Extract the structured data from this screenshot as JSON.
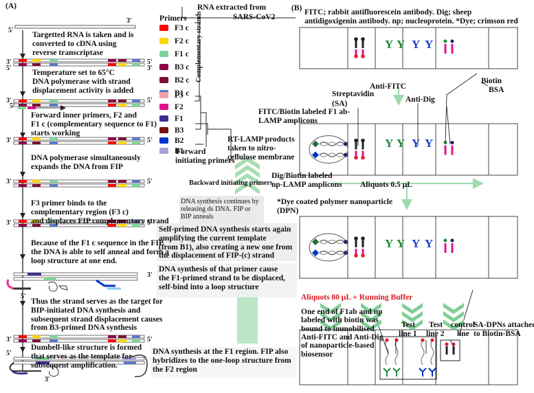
{
  "panel_a": {
    "label": "(A)",
    "rna_title_1": "RNA extracted from",
    "rna_title_2": "SARS-CoV2",
    "primers_header": "Primers",
    "complementary_strands": [
      {
        "name": "F3 c",
        "color": "#ff0000"
      },
      {
        "name": "F2 c",
        "color": "#ffd700"
      },
      {
        "name": "F1 c",
        "color": "#7fd39a"
      },
      {
        "name": "B3 c",
        "color": "#8b0046"
      },
      {
        "name": "B2 c",
        "color": "#7a1030"
      },
      {
        "name": "B1 c",
        "color": "#5a78c8"
      }
    ],
    "complementary_label": "Complementary strands",
    "forward_primers": [
      {
        "name": "F3",
        "color": "#f4a0a8"
      },
      {
        "name": "F2",
        "color": "#e0118a"
      },
      {
        "name": "F1",
        "color": "#3a2f8f"
      }
    ],
    "backward_primers": [
      {
        "name": "B3",
        "color": "#7a1010"
      },
      {
        "name": "B2",
        "color": "#0033cc"
      },
      {
        "name": "B1",
        "color": "#a9a2d8"
      }
    ],
    "forward_initiating": [
      "Forward",
      "initiating primers"
    ],
    "backward_initiating": "Backward initiating primers",
    "five_prime": "5′",
    "three_prime": "3′",
    "steps": {
      "s1": [
        "Targetted RNA is taken and is",
        "converted to cDNA using",
        "reverse transcriptase"
      ],
      "s2": [
        "Temperature set to 65°C",
        "DNA polymerase with strand",
        "displacement activity is added"
      ],
      "s3": [
        "Forward inner primers, F2 and",
        "F1 c (complementary sequence to F1)",
        "starts working"
      ],
      "s4": [
        "DNA polymerase simultaneously",
        "expands the DNA from FIP"
      ],
      "s5": [
        "F3 primer binds to the",
        "complementary region (F3 c)",
        "and displaces  FIP complementary strand"
      ],
      "s6": [
        "Because of the F1 c sequence in the FIP",
        "the DNA is able to self anneal and form a",
        "loop structure at one end."
      ],
      "s7": [
        "Thus the strand serves as the target for",
        "BIP-initiated DNA synthesis and",
        "subsequent strand displacement causes",
        "from B3-primed DNA synthesis"
      ],
      "s8": [
        "Dumbell-like structure is formed",
        "that serves as the template for",
        "subsequent amplification."
      ]
    },
    "mid_notes": {
      "n1": [
        "DNA synthesis continues by",
        "releasing ds DNA.  FIP or",
        "BIP anneals"
      ],
      "n2": [
        "Self-primed DNA synthesis starts again",
        "amplifying the current template",
        "(from B1), also creating a new one from",
        "the displacement of FIP-(c) strand"
      ],
      "n3": [
        "DNA synthesis of that primer cause",
        "the F1-primed strand to be displaced,",
        "self-bind into a loop structure"
      ],
      "n4": [
        "DNA synthesis at the F1 region. FIP also",
        "hybridizes to the one-loop structure from",
        "the F2 region"
      ]
    }
  },
  "panel_b": {
    "label": "(B)",
    "legend_1": "FITC; rabbit antifluorescein antibody. Dig; sheep",
    "legend_2": "antidigoxigenin antibody. np; nucleoprotein. *Dye; crimson red",
    "anti_fitc": "Anti-FITC",
    "anti_dig": "Anti-Dig",
    "biotin": "Biotin",
    "bsa": "BSA",
    "streptavidin": [
      "Streptavidin",
      "(SA)"
    ],
    "fitc_biotin": [
      "FITC/Biotin labeled F1 ab-",
      "LAMP amplicons"
    ],
    "rt_lamp": [
      "RT-LAMP products",
      "taken to nitro-",
      "cellulose membrane"
    ],
    "dig_biotin": [
      "Dig/Biotin labeled",
      "np-LAMP amplicons"
    ],
    "aliquots_05": "Aliquots 0.5 µL",
    "dpn": [
      "*Dye coated polymer nanoparticle",
      "(DPN)"
    ],
    "aliquots_80": "Aliquots 80 µL + Running Buffer",
    "one_end": [
      "One end of F1ab and np",
      "labeled with biotin was",
      "bound to immobilised",
      "Anti-FITC and Anti-Dig",
      "of  nanoparticle-based",
      "biosensor"
    ],
    "test_line_1": [
      "Test",
      "line 1"
    ],
    "test_line_2": [
      "Test",
      "line 2"
    ],
    "control_line": [
      "control",
      "line"
    ],
    "sa_dpns": [
      "SA-DPNs attached",
      "to Biotin-BSA"
    ],
    "antibody_letter": "Y"
  }
}
